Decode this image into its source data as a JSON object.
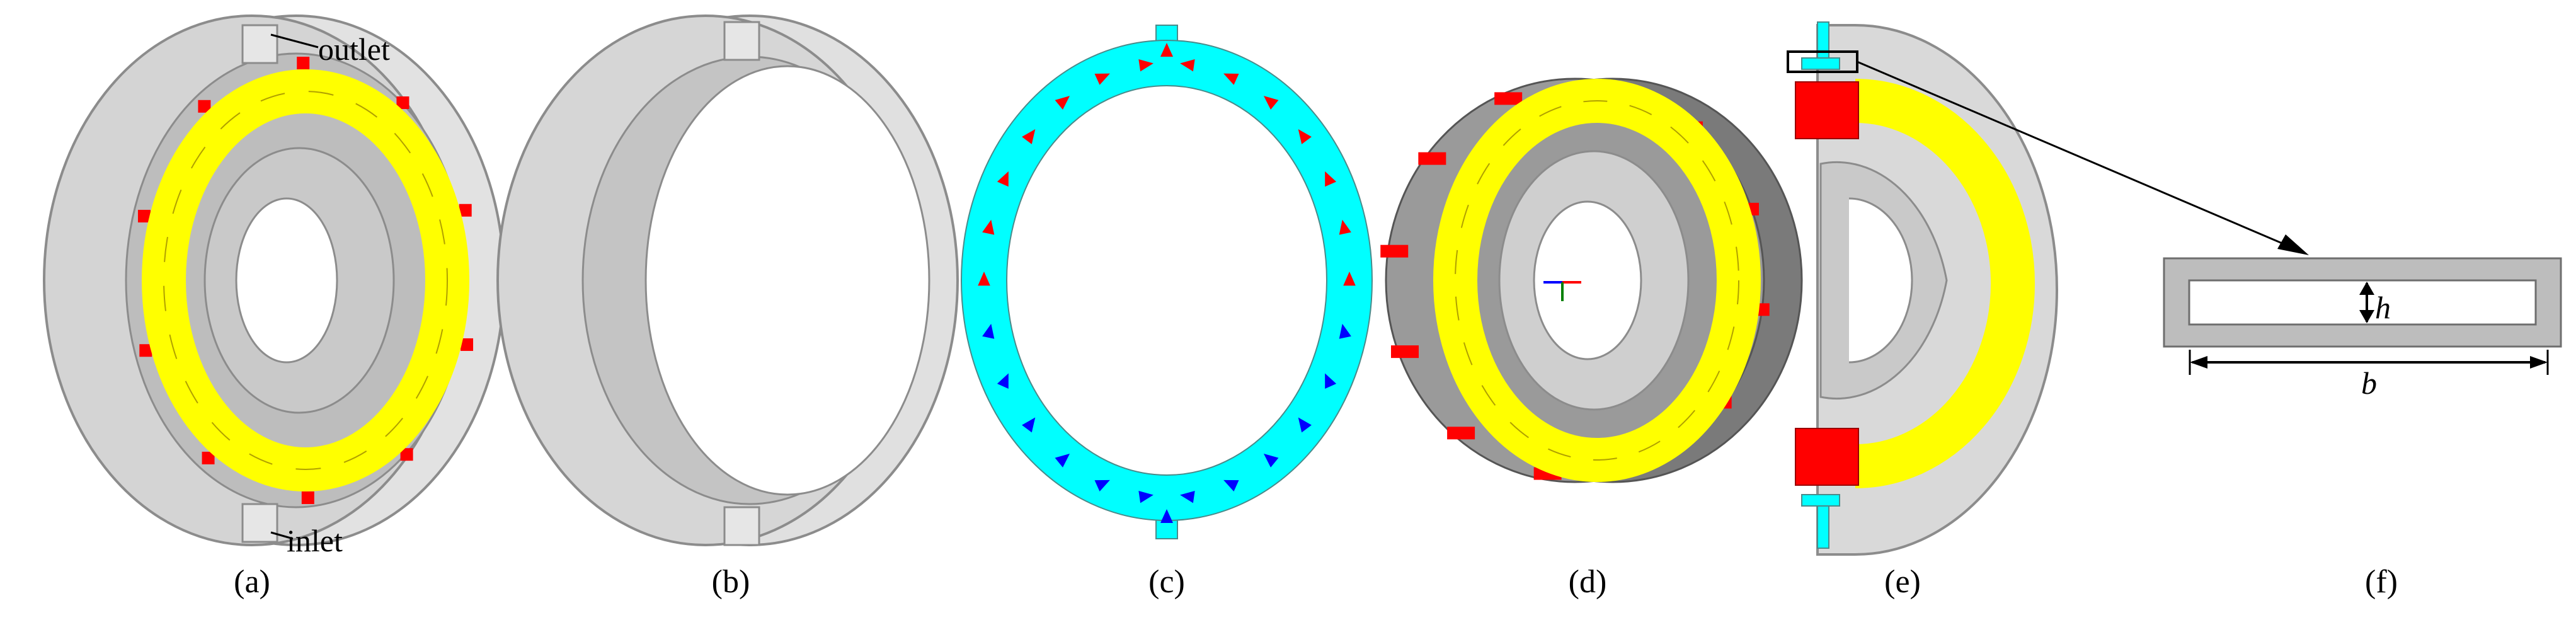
{
  "panels": [
    {
      "id": "a",
      "label": "(a)"
    },
    {
      "id": "b",
      "label": "(b)"
    },
    {
      "id": "c",
      "label": "(c)"
    },
    {
      "id": "d",
      "label": "(d)"
    },
    {
      "id": "e",
      "label": "(e)"
    },
    {
      "id": "f",
      "label": "(f)"
    }
  ],
  "callouts": {
    "outlet": "outlet",
    "inlet": "inlet"
  },
  "dimensions": {
    "height": "h",
    "width": "b"
  },
  "colors": {
    "housing": "#d9d9d9",
    "housing_edge": "#8c8c8c",
    "winding": "#ffff00",
    "winding_edge": "#b0a000",
    "magnet": "#ff0000",
    "core": "#c8c8c8",
    "coolant": "#00ffff",
    "flow_up": "#ff0000",
    "flow_down": "#0000ff"
  }
}
